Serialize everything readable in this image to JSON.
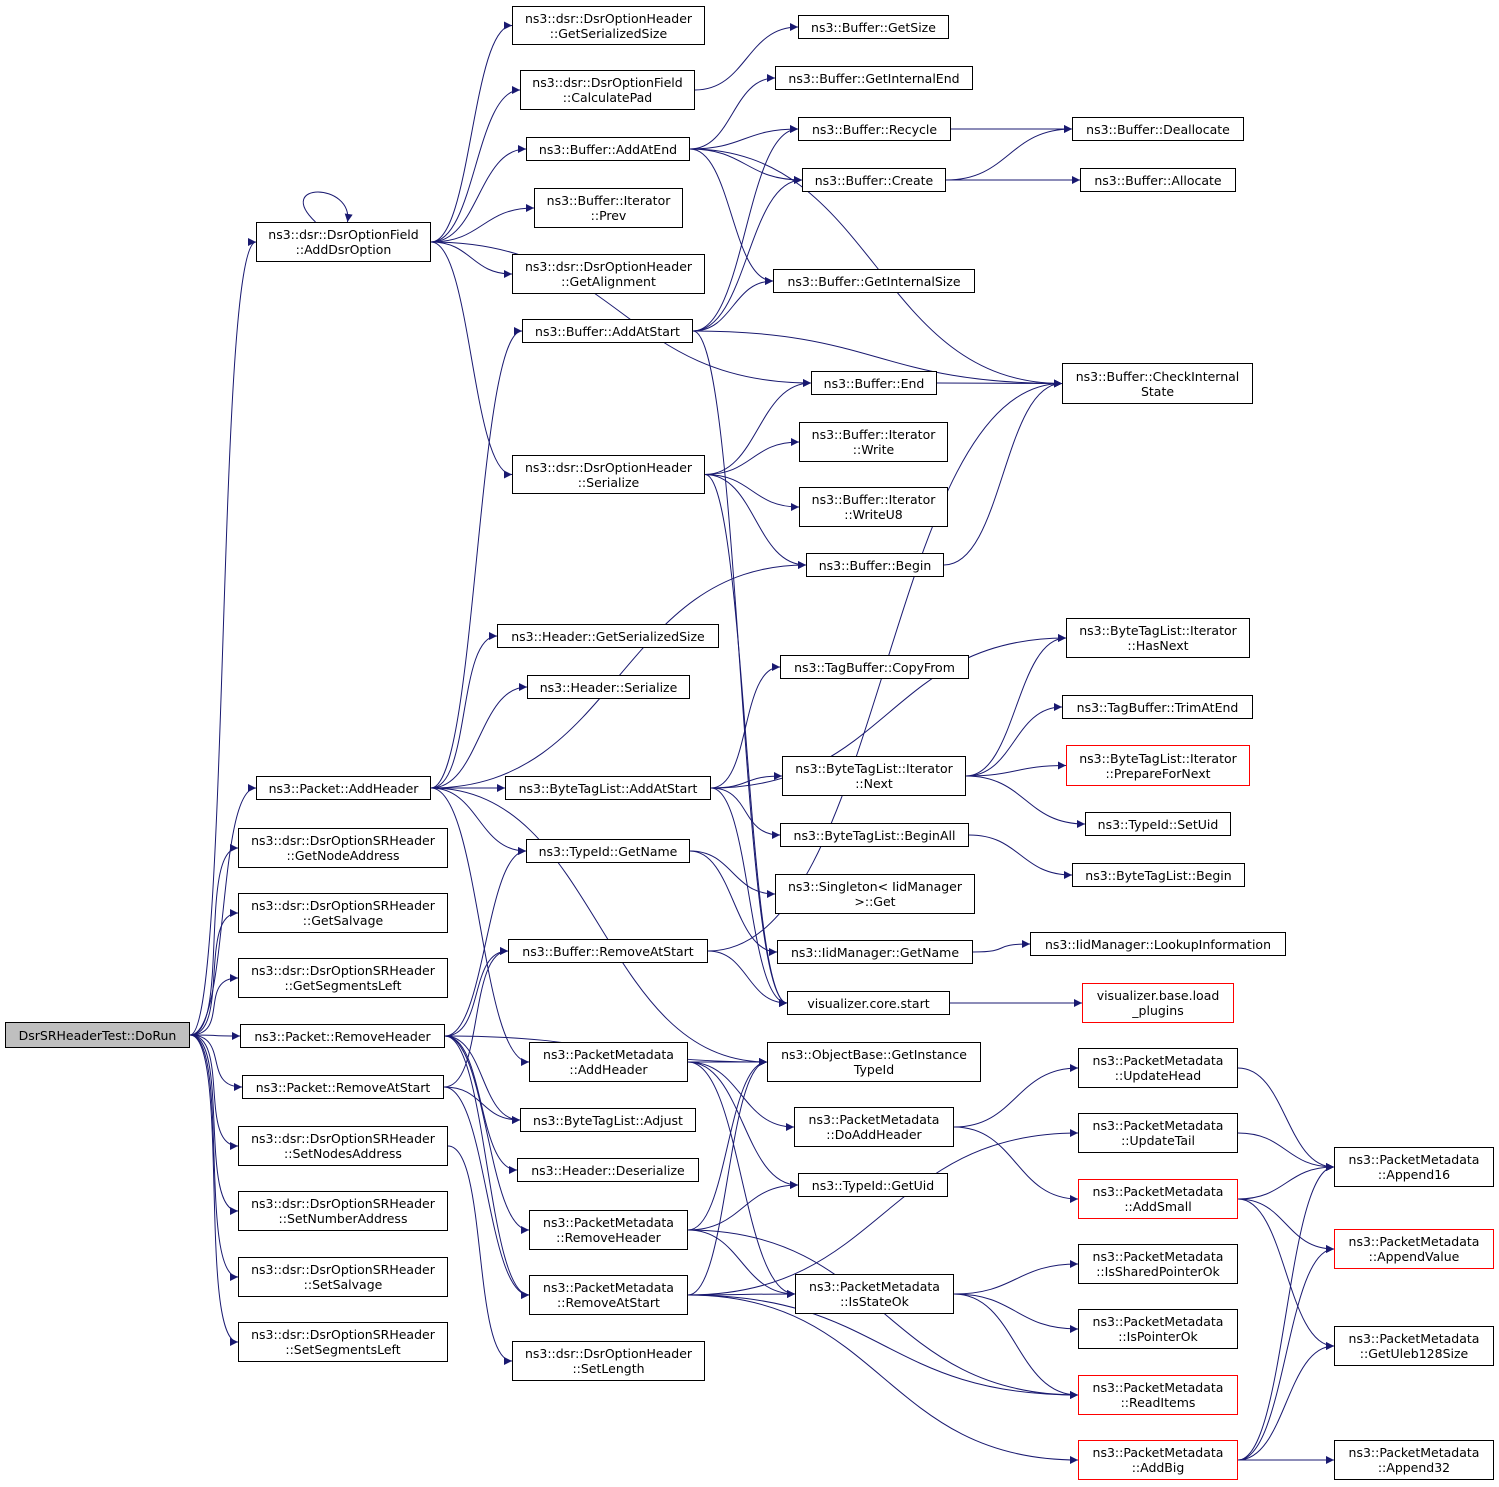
{
  "colors": {
    "edge": "#191970",
    "node_border": "#000000",
    "truncated_border": "#ff0000",
    "root_fill": "#bfbfbf"
  },
  "graph": {
    "nodes": [
      {
        "id": "dorun",
        "label": "DsrSRHeaderTest::DoRun",
        "root": true
      },
      {
        "id": "addDsrOption",
        "label": "ns3::dsr::DsrOptionField\n::AddDsrOption"
      },
      {
        "id": "pktAddHeader",
        "label": "ns3::Packet::AddHeader"
      },
      {
        "id": "getNodeAddress",
        "label": "ns3::dsr::DsrOptionSRHeader\n::GetNodeAddress"
      },
      {
        "id": "getSalvage",
        "label": "ns3::dsr::DsrOptionSRHeader\n::GetSalvage"
      },
      {
        "id": "getSegmentsLeft",
        "label": "ns3::dsr::DsrOptionSRHeader\n::GetSegmentsLeft"
      },
      {
        "id": "pktRemoveHeader",
        "label": "ns3::Packet::RemoveHeader"
      },
      {
        "id": "pktRemoveAtStart",
        "label": "ns3::Packet::RemoveAtStart"
      },
      {
        "id": "setNodesAddress",
        "label": "ns3::dsr::DsrOptionSRHeader\n::SetNodesAddress"
      },
      {
        "id": "setNumberAddress",
        "label": "ns3::dsr::DsrOptionSRHeader\n::SetNumberAddress"
      },
      {
        "id": "setSalvage",
        "label": "ns3::dsr::DsrOptionSRHeader\n::SetSalvage"
      },
      {
        "id": "setSegmentsLeft",
        "label": "ns3::dsr::DsrOptionSRHeader\n::SetSegmentsLeft"
      },
      {
        "id": "optGetSerializedSize",
        "label": "ns3::dsr::DsrOptionHeader\n::GetSerializedSize"
      },
      {
        "id": "calculatePad",
        "label": "ns3::dsr::DsrOptionField\n::CalculatePad"
      },
      {
        "id": "bufAddAtEnd",
        "label": "ns3::Buffer::AddAtEnd"
      },
      {
        "id": "iterPrev",
        "label": "ns3::Buffer::Iterator\n::Prev"
      },
      {
        "id": "optGetAlignment",
        "label": "ns3::dsr::DsrOptionHeader\n::GetAlignment"
      },
      {
        "id": "bufAddAtStart",
        "label": "ns3::Buffer::AddAtStart"
      },
      {
        "id": "optSerialize",
        "label": "ns3::dsr::DsrOptionHeader\n::Serialize"
      },
      {
        "id": "hdrGetSerializedSize",
        "label": "ns3::Header::GetSerializedSize"
      },
      {
        "id": "hdrSerialize",
        "label": "ns3::Header::Serialize"
      },
      {
        "id": "btlAddAtStart",
        "label": "ns3::ByteTagList::AddAtStart"
      },
      {
        "id": "typeIdGetName",
        "label": "ns3::TypeId::GetName"
      },
      {
        "id": "bufRemoveAtStart",
        "label": "ns3::Buffer::RemoveAtStart"
      },
      {
        "id": "pmAddHeader",
        "label": "ns3::PacketMetadata\n::AddHeader"
      },
      {
        "id": "btlAdjust",
        "label": "ns3::ByteTagList::Adjust"
      },
      {
        "id": "hdrDeserialize",
        "label": "ns3::Header::Deserialize"
      },
      {
        "id": "pmRemoveHeader",
        "label": "ns3::PacketMetadata\n::RemoveHeader"
      },
      {
        "id": "pmRemoveAtStart",
        "label": "ns3::PacketMetadata\n::RemoveAtStart"
      },
      {
        "id": "optSetLength",
        "label": "ns3::dsr::DsrOptionHeader\n::SetLength"
      },
      {
        "id": "bufGetSize",
        "label": "ns3::Buffer::GetSize"
      },
      {
        "id": "bufGetInternalEnd",
        "label": "ns3::Buffer::GetInternalEnd"
      },
      {
        "id": "bufRecycle",
        "label": "ns3::Buffer::Recycle"
      },
      {
        "id": "bufCreate",
        "label": "ns3::Buffer::Create"
      },
      {
        "id": "bufGetInternalSize",
        "label": "ns3::Buffer::GetInternalSize"
      },
      {
        "id": "bufEnd",
        "label": "ns3::Buffer::End"
      },
      {
        "id": "iterWrite",
        "label": "ns3::Buffer::Iterator\n::Write"
      },
      {
        "id": "iterWriteU8",
        "label": "ns3::Buffer::Iterator\n::WriteU8"
      },
      {
        "id": "bufBegin",
        "label": "ns3::Buffer::Begin"
      },
      {
        "id": "tbCopyFrom",
        "label": "ns3::TagBuffer::CopyFrom"
      },
      {
        "id": "btlIterNext",
        "label": "ns3::ByteTagList::Iterator\n::Next"
      },
      {
        "id": "btlBeginAll",
        "label": "ns3::ByteTagList::BeginAll"
      },
      {
        "id": "singletonGet",
        "label": "ns3::Singleton< IidManager\n>::Get"
      },
      {
        "id": "iidGetName",
        "label": "ns3::IidManager::GetName"
      },
      {
        "id": "vizStart",
        "label": "visualizer.core.start"
      },
      {
        "id": "objGetInstanceTypeId",
        "label": "ns3::ObjectBase::GetInstance\nTypeId"
      },
      {
        "id": "pmDoAddHeader",
        "label": "ns3::PacketMetadata\n::DoAddHeader"
      },
      {
        "id": "typeIdGetUid",
        "label": "ns3::TypeId::GetUid"
      },
      {
        "id": "pmIsStateOk",
        "label": "ns3::PacketMetadata\n::IsStateOk"
      },
      {
        "id": "bufDeallocate",
        "label": "ns3::Buffer::Deallocate"
      },
      {
        "id": "bufAllocate",
        "label": "ns3::Buffer::Allocate"
      },
      {
        "id": "bufCheckInternalState",
        "label": "ns3::Buffer::CheckInternal\nState"
      },
      {
        "id": "btlIterHasNext",
        "label": "ns3::ByteTagList::Iterator\n::HasNext"
      },
      {
        "id": "tbTrimAtEnd",
        "label": "ns3::TagBuffer::TrimAtEnd"
      },
      {
        "id": "btlIterPrepareForNext",
        "label": "ns3::ByteTagList::Iterator\n::PrepareForNext",
        "truncated": true
      },
      {
        "id": "typeIdSetUid",
        "label": "ns3::TypeId::SetUid"
      },
      {
        "id": "btlBegin",
        "label": "ns3::ByteTagList::Begin"
      },
      {
        "id": "iidLookupInformation",
        "label": "ns3::IidManager::LookupInformation"
      },
      {
        "id": "vizLoadPlugins",
        "label": "visualizer.base.load\n_plugins",
        "truncated": true
      },
      {
        "id": "pmUpdateHead",
        "label": "ns3::PacketMetadata\n::UpdateHead"
      },
      {
        "id": "pmUpdateTail",
        "label": "ns3::PacketMetadata\n::UpdateTail"
      },
      {
        "id": "pmAddSmall",
        "label": "ns3::PacketMetadata\n::AddSmall",
        "truncated": true
      },
      {
        "id": "pmIsSharedPointerOk",
        "label": "ns3::PacketMetadata\n::IsSharedPointerOk"
      },
      {
        "id": "pmIsPointerOk",
        "label": "ns3::PacketMetadata\n::IsPointerOk"
      },
      {
        "id": "pmReadItems",
        "label": "ns3::PacketMetadata\n::ReadItems",
        "truncated": true
      },
      {
        "id": "pmAddBig",
        "label": "ns3::PacketMetadata\n::AddBig",
        "truncated": true
      },
      {
        "id": "pmAppend16",
        "label": "ns3::PacketMetadata\n::Append16"
      },
      {
        "id": "pmAppendValue",
        "label": "ns3::PacketMetadata\n::AppendValue",
        "truncated": true
      },
      {
        "id": "pmGetUleb128Size",
        "label": "ns3::PacketMetadata\n::GetUleb128Size"
      },
      {
        "id": "pmAppend32",
        "label": "ns3::PacketMetadata\n::Append32"
      }
    ],
    "edges": [
      [
        "dorun",
        "addDsrOption"
      ],
      [
        "dorun",
        "pktAddHeader"
      ],
      [
        "dorun",
        "getNodeAddress"
      ],
      [
        "dorun",
        "getSalvage"
      ],
      [
        "dorun",
        "getSegmentsLeft"
      ],
      [
        "dorun",
        "pktRemoveHeader"
      ],
      [
        "dorun",
        "pktRemoveAtStart"
      ],
      [
        "dorun",
        "setNodesAddress"
      ],
      [
        "dorun",
        "setNumberAddress"
      ],
      [
        "dorun",
        "setSalvage"
      ],
      [
        "dorun",
        "setSegmentsLeft"
      ],
      [
        "addDsrOption",
        "addDsrOption"
      ],
      [
        "addDsrOption",
        "optGetSerializedSize"
      ],
      [
        "addDsrOption",
        "calculatePad"
      ],
      [
        "addDsrOption",
        "bufAddAtEnd"
      ],
      [
        "addDsrOption",
        "iterPrev"
      ],
      [
        "addDsrOption",
        "optGetAlignment"
      ],
      [
        "addDsrOption",
        "bufEnd"
      ],
      [
        "addDsrOption",
        "optSerialize"
      ],
      [
        "calculatePad",
        "bufGetSize"
      ],
      [
        "bufAddAtEnd",
        "bufGetInternalEnd"
      ],
      [
        "bufAddAtEnd",
        "bufRecycle"
      ],
      [
        "bufAddAtEnd",
        "bufCreate"
      ],
      [
        "bufAddAtEnd",
        "bufGetInternalSize"
      ],
      [
        "bufAddAtEnd",
        "bufCheckInternalState"
      ],
      [
        "bufRecycle",
        "bufDeallocate"
      ],
      [
        "bufCreate",
        "bufDeallocate"
      ],
      [
        "bufCreate",
        "bufAllocate"
      ],
      [
        "bufAddAtStart",
        "bufRecycle"
      ],
      [
        "bufAddAtStart",
        "bufCreate"
      ],
      [
        "bufAddAtStart",
        "bufGetInternalSize"
      ],
      [
        "bufAddAtStart",
        "bufCheckInternalState"
      ],
      [
        "bufAddAtStart",
        "vizStart"
      ],
      [
        "bufEnd",
        "bufCheckInternalState"
      ],
      [
        "optSerialize",
        "bufEnd"
      ],
      [
        "optSerialize",
        "iterWrite"
      ],
      [
        "optSerialize",
        "iterWriteU8"
      ],
      [
        "optSerialize",
        "bufBegin"
      ],
      [
        "optSerialize",
        "vizStart"
      ],
      [
        "bufBegin",
        "bufCheckInternalState"
      ],
      [
        "pktAddHeader",
        "bufAddAtStart"
      ],
      [
        "pktAddHeader",
        "bufBegin"
      ],
      [
        "pktAddHeader",
        "hdrGetSerializedSize"
      ],
      [
        "pktAddHeader",
        "hdrSerialize"
      ],
      [
        "pktAddHeader",
        "btlAddAtStart"
      ],
      [
        "pktAddHeader",
        "typeIdGetName"
      ],
      [
        "pktAddHeader",
        "objGetInstanceTypeId"
      ],
      [
        "pktAddHeader",
        "pmAddHeader"
      ],
      [
        "btlAddAtStart",
        "btlIterHasNext"
      ],
      [
        "btlAddAtStart",
        "tbCopyFrom"
      ],
      [
        "btlAddAtStart",
        "btlIterNext"
      ],
      [
        "btlAddAtStart",
        "btlBeginAll"
      ],
      [
        "btlAddAtStart",
        "vizStart"
      ],
      [
        "btlIterNext",
        "btlIterHasNext"
      ],
      [
        "btlIterNext",
        "tbTrimAtEnd"
      ],
      [
        "btlIterNext",
        "btlIterPrepareForNext"
      ],
      [
        "btlIterNext",
        "typeIdSetUid"
      ],
      [
        "btlBeginAll",
        "btlBegin"
      ],
      [
        "typeIdGetName",
        "singletonGet"
      ],
      [
        "typeIdGetName",
        "iidGetName"
      ],
      [
        "iidGetName",
        "iidLookupInformation"
      ],
      [
        "pktRemoveHeader",
        "bufRemoveAtStart"
      ],
      [
        "pktRemoveHeader",
        "typeIdGetName"
      ],
      [
        "pktRemoveHeader",
        "btlAdjust"
      ],
      [
        "pktRemoveHeader",
        "hdrDeserialize"
      ],
      [
        "pktRemoveHeader",
        "pmRemoveHeader"
      ],
      [
        "pktRemoveHeader",
        "pmRemoveAtStart"
      ],
      [
        "pktRemoveHeader",
        "objGetInstanceTypeId"
      ],
      [
        "bufRemoveAtStart",
        "bufCheckInternalState"
      ],
      [
        "bufRemoveAtStart",
        "vizStart"
      ],
      [
        "pktRemoveAtStart",
        "bufRemoveAtStart"
      ],
      [
        "pktRemoveAtStart",
        "btlAdjust"
      ],
      [
        "pktRemoveAtStart",
        "pmRemoveAtStart"
      ],
      [
        "setNodesAddress",
        "optSetLength"
      ],
      [
        "vizStart",
        "vizLoadPlugins"
      ],
      [
        "pmAddHeader",
        "objGetInstanceTypeId"
      ],
      [
        "pmAddHeader",
        "pmDoAddHeader"
      ],
      [
        "pmAddHeader",
        "typeIdGetUid"
      ],
      [
        "pmAddHeader",
        "pmIsStateOk"
      ],
      [
        "pmDoAddHeader",
        "pmUpdateHead"
      ],
      [
        "pmDoAddHeader",
        "pmAddSmall"
      ],
      [
        "pmRemoveHeader",
        "typeIdGetUid"
      ],
      [
        "pmRemoveHeader",
        "pmIsStateOk"
      ],
      [
        "pmRemoveHeader",
        "pmReadItems"
      ],
      [
        "pmRemoveHeader",
        "objGetInstanceTypeId"
      ],
      [
        "pmRemoveAtStart",
        "pmIsStateOk"
      ],
      [
        "pmRemoveAtStart",
        "pmReadItems"
      ],
      [
        "pmRemoveAtStart",
        "pmUpdateTail"
      ],
      [
        "pmRemoveAtStart",
        "pmAddBig"
      ],
      [
        "pmRemoveAtStart",
        "objGetInstanceTypeId"
      ],
      [
        "pmIsStateOk",
        "pmIsSharedPointerOk"
      ],
      [
        "pmIsStateOk",
        "pmIsPointerOk"
      ],
      [
        "pmIsStateOk",
        "pmReadItems"
      ],
      [
        "pmUpdateHead",
        "pmAppend16"
      ],
      [
        "pmUpdateTail",
        "pmAppend16"
      ],
      [
        "pmAddSmall",
        "pmAppend16"
      ],
      [
        "pmAddSmall",
        "pmAppendValue"
      ],
      [
        "pmAddSmall",
        "pmGetUleb128Size"
      ],
      [
        "pmAddBig",
        "pmAppend16"
      ],
      [
        "pmAddBig",
        "pmAppendValue"
      ],
      [
        "pmAddBig",
        "pmGetUleb128Size"
      ],
      [
        "pmAddBig",
        "pmAppend32"
      ]
    ]
  }
}
